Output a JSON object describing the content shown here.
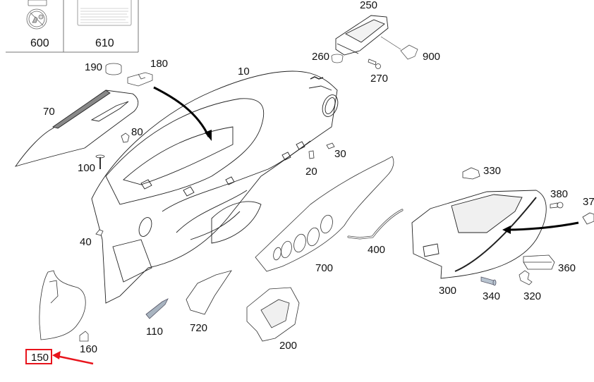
{
  "diagram": {
    "title": "Dashboard / Instrument Panel Exploded Parts Diagram",
    "labels_panel": {
      "items": [
        {
          "part": "600",
          "description": "Airbag warning pictogram label"
        },
        {
          "part": "610",
          "description": "Advanced air bags warning label"
        }
      ],
      "label_610_heading": "ADVANCED AIR BAGS",
      "label_610_subheading": "EVEN WITH ADVANCED AIR BAGS"
    },
    "highlight": {
      "part": "150",
      "color": "#e8141c",
      "style": "boxed-with-arrow"
    },
    "parts": [
      {
        "id": "p10",
        "label": "10"
      },
      {
        "id": "p20",
        "label": "20"
      },
      {
        "id": "p30",
        "label": "30"
      },
      {
        "id": "p40",
        "label": "40"
      },
      {
        "id": "p70",
        "label": "70"
      },
      {
        "id": "p80",
        "label": "80"
      },
      {
        "id": "p100",
        "label": "100"
      },
      {
        "id": "p110",
        "label": "110"
      },
      {
        "id": "p150",
        "label": "150"
      },
      {
        "id": "p160",
        "label": "160"
      },
      {
        "id": "p180",
        "label": "180"
      },
      {
        "id": "p190",
        "label": "190"
      },
      {
        "id": "p200",
        "label": "200"
      },
      {
        "id": "p250",
        "label": "250"
      },
      {
        "id": "p260",
        "label": "260"
      },
      {
        "id": "p270",
        "label": "270"
      },
      {
        "id": "p300",
        "label": "300"
      },
      {
        "id": "p320",
        "label": "320"
      },
      {
        "id": "p330",
        "label": "330"
      },
      {
        "id": "p340",
        "label": "340"
      },
      {
        "id": "p360",
        "label": "360"
      },
      {
        "id": "p37x",
        "label": "37"
      },
      {
        "id": "p380",
        "label": "380"
      },
      {
        "id": "p400",
        "label": "400"
      },
      {
        "id": "p600",
        "label": "600"
      },
      {
        "id": "p610",
        "label": "610"
      },
      {
        "id": "p700",
        "label": "700"
      },
      {
        "id": "p720",
        "label": "720"
      },
      {
        "id": "p900",
        "label": "900"
      }
    ]
  }
}
